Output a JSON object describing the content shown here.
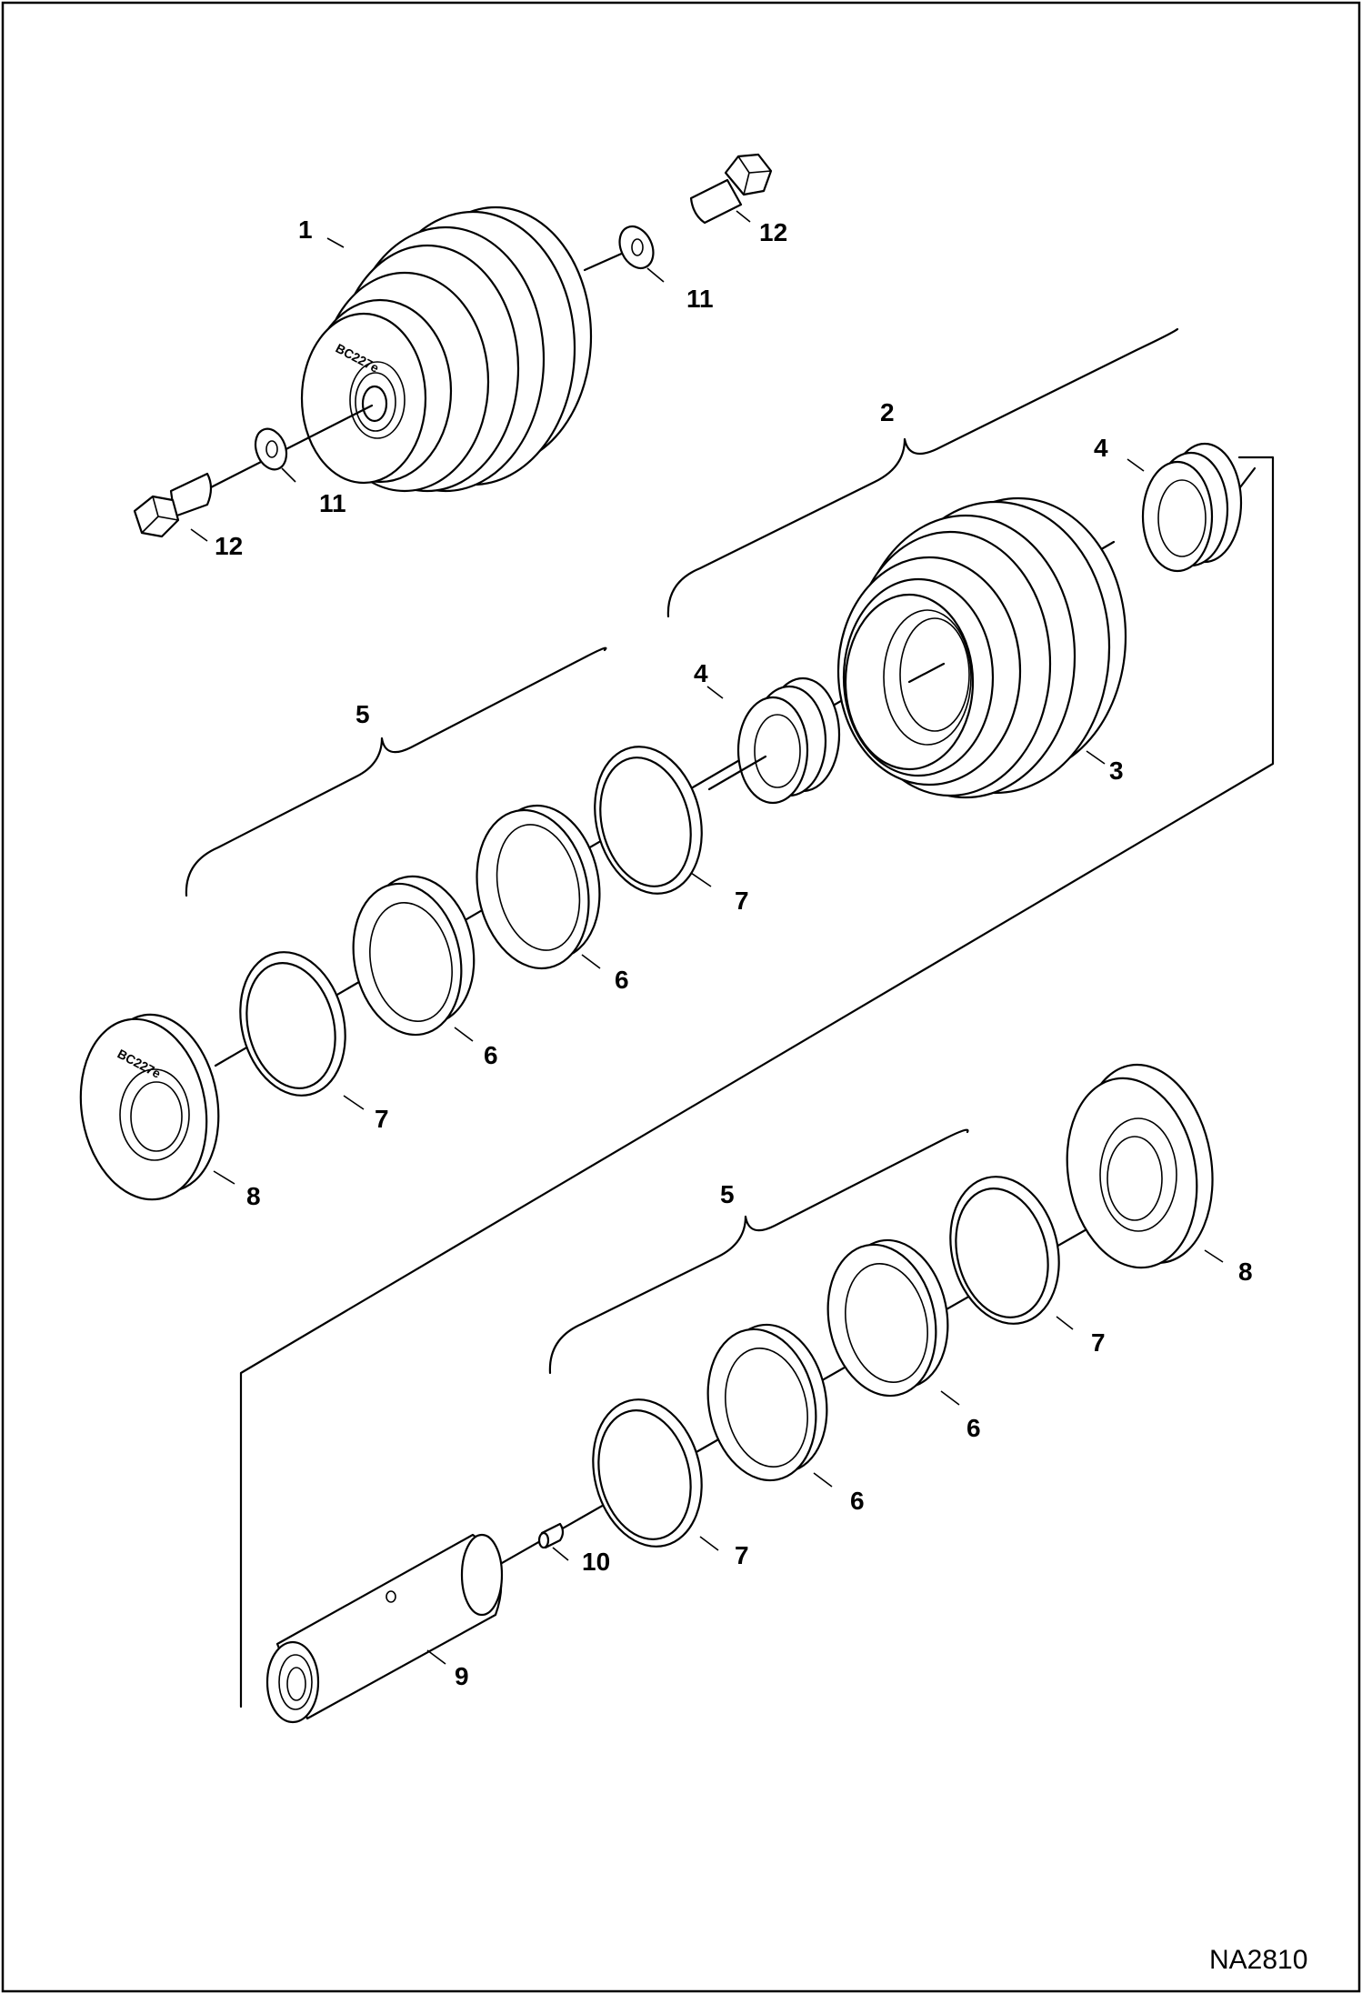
{
  "drawing_number": "NA2810",
  "part_marking": "BC227e",
  "callouts": {
    "p1": "1",
    "p2": "2",
    "p3": "3",
    "p4a": "4",
    "p4b": "4",
    "p5a": "5",
    "p5b": "5",
    "p6a": "6",
    "p6b": "6",
    "p6c": "6",
    "p6d": "6",
    "p7a": "7",
    "p7b": "7",
    "p7c": "7",
    "p7d": "7",
    "p8a": "8",
    "p8b": "8",
    "p9": "9",
    "p10": "10",
    "p11a": "11",
    "p11b": "11",
    "p12a": "12",
    "p12b": "12"
  }
}
